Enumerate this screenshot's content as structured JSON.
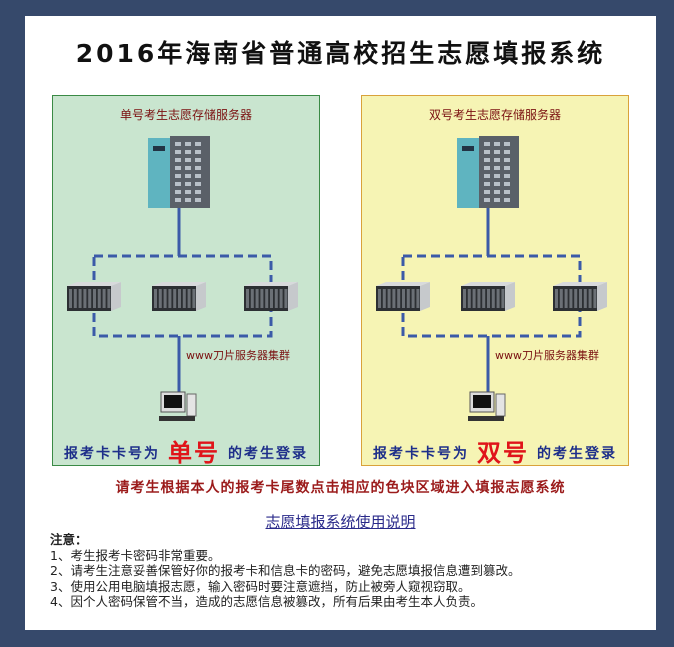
{
  "title": "2016年海南省普通高校招生志愿填报系统",
  "panels": {
    "odd": {
      "server_title": "单号考生志愿存储服务器",
      "cluster_label": "www刀片服务器集群",
      "login_prefix": "报考卡卡号为",
      "login_type": "单号",
      "login_suffix": "的考生登录",
      "bg": "#c9e5cf"
    },
    "even": {
      "server_title": "双号考生志愿存储服务器",
      "cluster_label": "www刀片服务器集群",
      "login_prefix": "报考卡卡号为",
      "login_type": "双号",
      "login_suffix": "的考生登录",
      "bg": "#f6f4b4"
    }
  },
  "hint": "请考生根据本人的报考卡尾数点击相应的色块区域进入填报志愿系统",
  "manual_link": "志愿填报系统使用说明",
  "notes": {
    "heading": "注意：",
    "items": [
      "1、考生报考卡密码非常重要。",
      "2、请考生注意妥善保管好你的报考卡和信息卡的密码，避免志愿填报信息遭到篡改。",
      "3、使用公用电脑填报志愿，输入密码时要注意遮挡，防止被旁人窥视窃取。",
      "4、因个人密码保管不当，造成的志愿信息被篡改，所有后果由考生本人负责。"
    ]
  }
}
